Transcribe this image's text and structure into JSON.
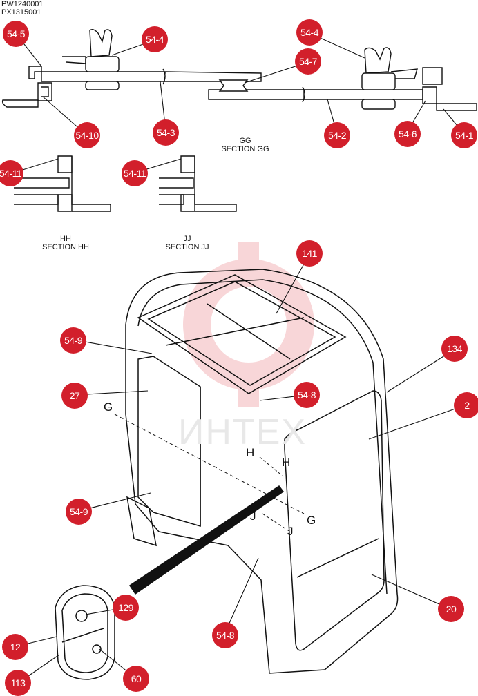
{
  "header": {
    "codes": [
      "PW1240001",
      "PX1315001"
    ]
  },
  "sections": [
    {
      "id": "gg",
      "letters": "GG",
      "title": "SECTION GG"
    },
    {
      "id": "hh",
      "letters": "HH",
      "title": "SECTION HH"
    },
    {
      "id": "jj",
      "letters": "JJ",
      "title": "SECTION JJ"
    }
  ],
  "view_markers": [
    "G",
    "H",
    "H",
    "J",
    "J",
    "G"
  ],
  "watermark": "ИНТЕХ",
  "callouts": [
    "54-5",
    "54-4",
    "54-4",
    "54-7",
    "54-10",
    "54-3",
    "54-2",
    "54-6",
    "54-1",
    "54-11",
    "54-11",
    "141",
    "54-9",
    "134",
    "27",
    "54-8",
    "2",
    "54-9",
    "129",
    "20",
    "54-8",
    "12",
    "113",
    "60"
  ],
  "colors": {
    "callout": "#d21f2b",
    "line": "#111111",
    "watermark": "#f6c9cb"
  }
}
